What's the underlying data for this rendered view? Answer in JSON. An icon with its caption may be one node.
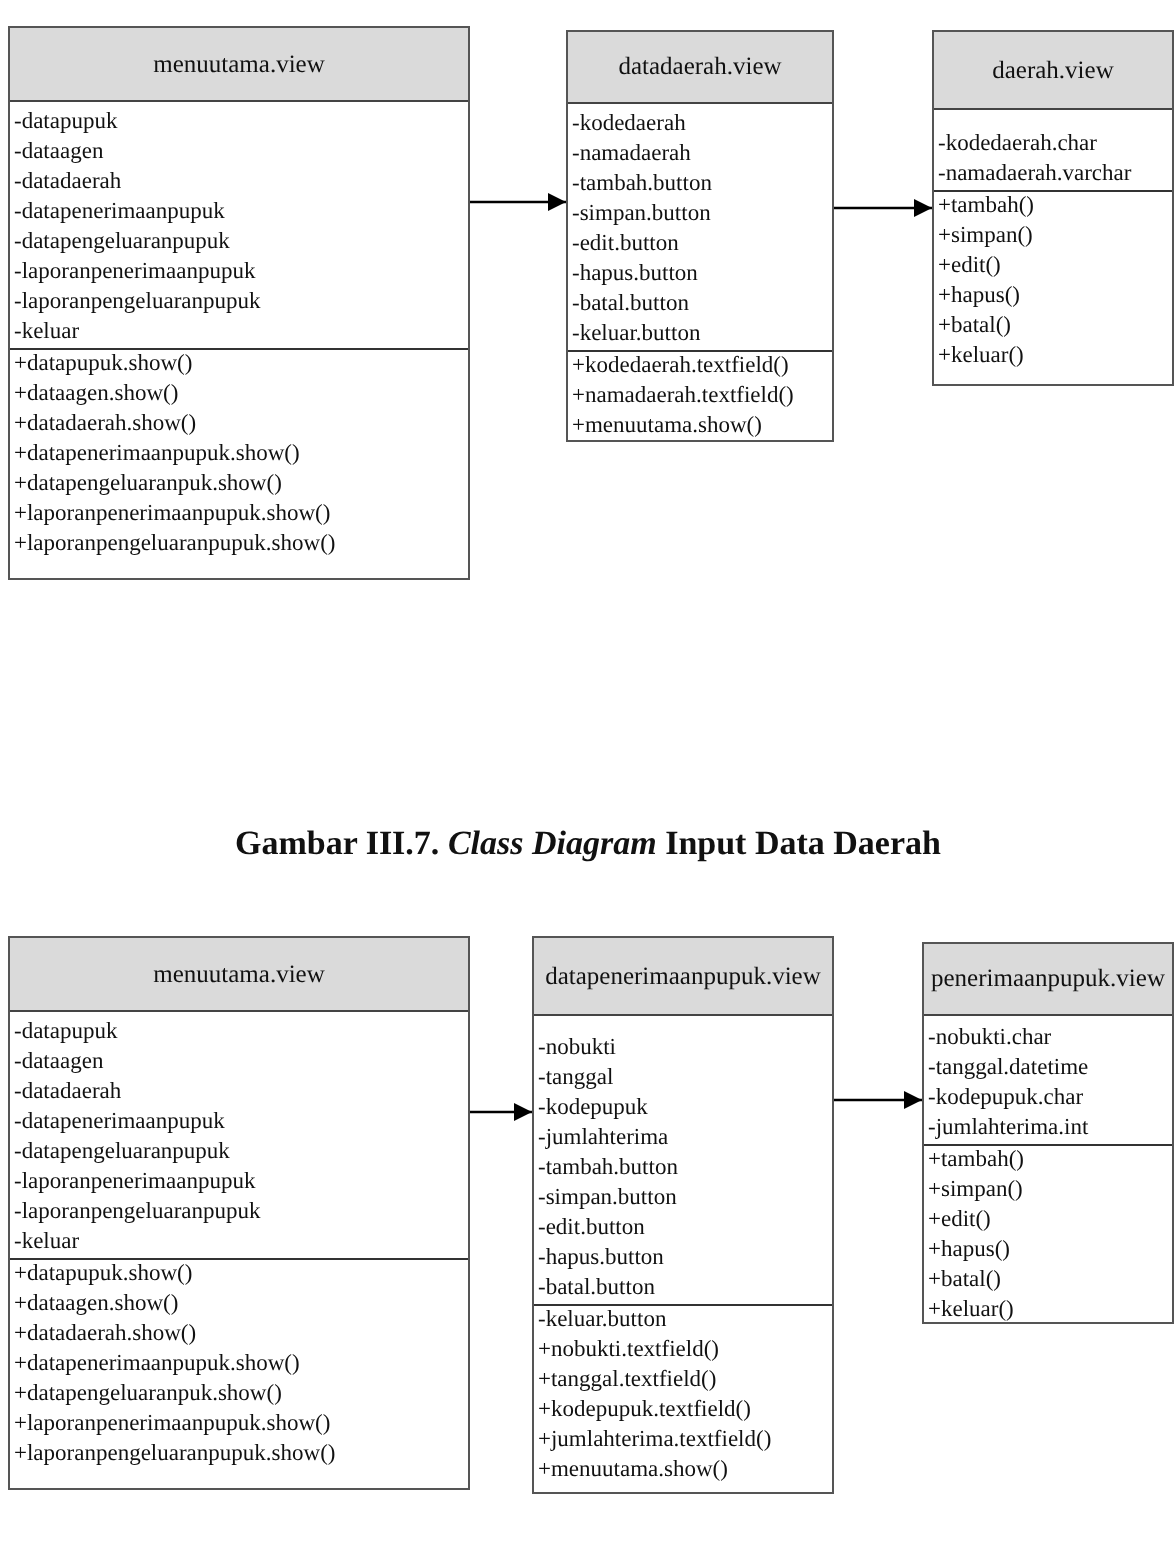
{
  "diagram": {
    "caption": "Gambar III.7. *Class Diagram* Input Data Daerah",
    "nodes": [
      {
        "text": [
          "menuutama.view",
          "-datapupuk",
          "-dataagen",
          "-datadaerah",
          "-datapenerimaanpupuk",
          "-datapengeluaranpupuk",
          "-laporanpenerimaanpupuk",
          "-laporanpengeluaranpupuk",
          "-keluar",
          "+datapupuk.show()",
          "+dataagen.show()",
          "+datadaerah.show()",
          "+datapenerimaanpupuk.show()",
          "+datapengeluaranpuk.show()",
          "+laporanpenerimaanpupuk.show()",
          "+laporanpengeluaranpupuk.show()"
        ]
      },
      {
        "text": [
          "datadaerah.view",
          "-kodedaerah",
          "-namadaerah",
          "-tambah.button",
          "-simpan.button",
          "-edit.button",
          "-hapus.button",
          "-batal.button",
          "-keluar.button",
          "+kodedaerah.textfield()",
          "+namadaerah.textfield()",
          "+menuutama.show()"
        ]
      },
      {
        "text": [
          "daerah.view",
          "-kodedaerah.char",
          "-namadaerah.varchar",
          "+tambah()",
          "+simpan()",
          "+edit()",
          "+hapus()",
          "+batal()",
          "+keluar()"
        ]
      },
      {
        "text": [
          "menuutama.view",
          "-datapupuk",
          "-dataagen",
          "-datadaerah",
          "-datapenerimaanpupuk",
          "-datapengeluaranpupuk",
          "-laporanpenerimaanpupuk",
          "-laporanpengeluaranpupuk",
          "-keluar",
          "+datapupuk.show()",
          "+dataagen.show()",
          "+datadaerah.show()",
          "+datapenerimaanpupuk.show()",
          "+datapengeluaranpuk.show()",
          "+laporanpenerimaanpupuk.show()",
          "+laporanpengeluaranpupuk.show()"
        ]
      },
      {
        "text": [
          "datapenerimaanpupuk.view",
          "-nobukti",
          "-tanggal",
          "-kodepupuk",
          "-jumlahterima",
          "-tambah.button",
          "-simpan.button",
          "-edit.button",
          "-hapus.button",
          "-batal.button",
          "-keluar.button",
          "+nobukti.textfield()",
          "+tanggal.textfield()",
          "+kodepupuk.textfield()",
          "+jumlahterima.textfield()",
          "+menuutama.show()"
        ]
      },
      {
        "text": [
          "penerimaanpupuk.view",
          "-nobukti.char",
          "-tanggal.datetime",
          "-kodepupuk.char",
          "-jumlahterima.int",
          "+tambah()",
          "+simpan()",
          "+edit()",
          "+hapus()",
          "+batal()",
          "+keluar()"
        ]
      }
    ],
    "edges": [
      {
        "from": 0,
        "to": 1,
        "arrow": "to"
      },
      {
        "from": 1,
        "to": 2,
        "arrow": "to"
      },
      {
        "from": 3,
        "to": 4,
        "arrow": "to"
      },
      {
        "from": 4,
        "to": 5,
        "arrow": "to"
      }
    ]
  }
}
